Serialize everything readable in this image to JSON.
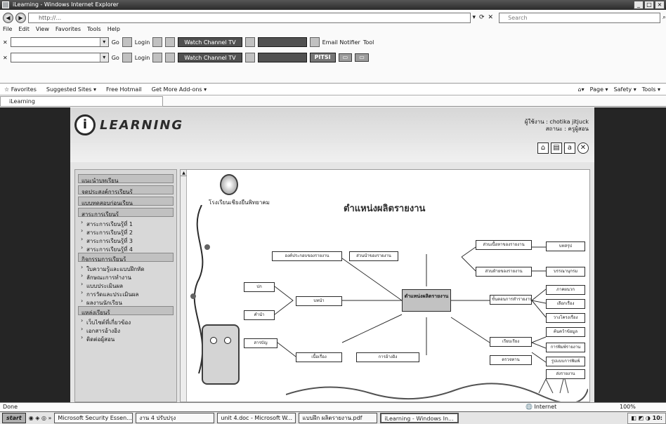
{
  "window": {
    "title": "iLearning - Windows Internet Explorer",
    "controls": [
      "_",
      "□",
      "×"
    ]
  },
  "address": {
    "url": "http://...",
    "search_placeholder": "Search"
  },
  "menu": [
    "File",
    "Edit",
    "View",
    "Favorites",
    "Tools",
    "Help"
  ],
  "toolbar1": {
    "go_label": "Go",
    "login_label": "Login",
    "channel_label": "Watch Channel TV",
    "email_label": "Email Notifier",
    "tool_label": "Tool"
  },
  "toolbar2": {
    "go_label": "Go",
    "login_label": "Login",
    "channel_label": "Watch Channel TV",
    "pitsi_label": "PITSI"
  },
  "favorites": {
    "favorites_label": "Favorites",
    "suggested_label": "Suggested Sites ▾",
    "hotmail_label": "Free Hotmail",
    "addons_label": "Get More Add-ons ▾",
    "page_label": "Page ▾",
    "safety_label": "Safety ▾",
    "tools_label": "Tools ▾"
  },
  "tab": {
    "label": "iLearning"
  },
  "site": {
    "logo_letter": "i",
    "logo_word": "LEARNING",
    "user_line1": "ผู้ใช้งาน : chotika jitjuck",
    "user_line2": "สถานะ : ครูผู้สอน",
    "school_name": "โรงเรียนเชียงยืนพิทยาคม",
    "mindmap_title": "ตำแหน่งผลิตรายงาน"
  },
  "sidebar": {
    "items": [
      {
        "type": "head",
        "label": "แนะนำบทเรียน"
      },
      {
        "type": "head",
        "label": "จุดประสงค์การเรียนรู้"
      },
      {
        "type": "head",
        "label": "แบบทดสอบก่อนเรียน"
      },
      {
        "type": "head",
        "label": "สาระการเรียนรู้"
      },
      {
        "type": "item",
        "label": "สาระการเรียนรู้ที่ 1"
      },
      {
        "type": "item",
        "label": "สาระการเรียนรู้ที่ 2"
      },
      {
        "type": "item",
        "label": "สาระการเรียนรู้ที่ 3"
      },
      {
        "type": "item",
        "label": "สาระการเรียนรู้ที่ 4"
      },
      {
        "type": "head",
        "label": "กิจกรรมการเรียนรู้"
      },
      {
        "type": "item",
        "label": "ใบความรู้และแบบฝึกหัด"
      },
      {
        "type": "item",
        "label": "ลักษณะการทำงาน"
      },
      {
        "type": "item",
        "label": "แบบประเมินผล"
      },
      {
        "type": "item",
        "label": "การวัดและประเมินผล"
      },
      {
        "type": "item",
        "label": "ผลงานนักเรียน"
      },
      {
        "type": "head",
        "label": "แหล่งเรียนรู้"
      },
      {
        "type": "item",
        "label": "เว็บไซต์ที่เกี่ยวข้อง"
      },
      {
        "type": "item",
        "label": "เอกสารอ้างอิง"
      },
      {
        "type": "item",
        "label": "ติดต่อผู้สอน"
      }
    ]
  },
  "mindmap": {
    "center": "ตำแหน่งผลิตรายงาน",
    "nodes": [
      "องค์ประกอบของรายงาน",
      "ส่วนนำของรายงาน",
      "ส่วนเนื้อหาของรายงาน",
      "ส่วนท้ายของรายงาน",
      "ปก",
      "คำนำ",
      "สารบัญ",
      "บทนำ",
      "เนื้อเรื่อง",
      "บทสรุป",
      "บรรณานุกรม",
      "ภาคผนวก",
      "ขั้นตอนการทำรายงาน",
      "เลือกเรื่อง",
      "วางโครงเรื่อง",
      "ค้นคว้าข้อมูล",
      "เรียบเรียง",
      "การพิมพ์รายงาน",
      "รูปแบบการพิมพ์",
      "ตรวจทาน",
      "ส่งรายงาน",
      "การอ้างอิง"
    ]
  },
  "status": {
    "left": "Done",
    "zone": "Internet",
    "zoom": "100%"
  },
  "taskbar": {
    "start": "start",
    "tasks": [
      "Microsoft Security Essen...",
      "งาน 4 ปรับปรุง",
      "unit 4.doc - Microsoft W...",
      "แบบฝึก ผลิตรายงาน.pdf",
      "iLearning - Windows In..."
    ],
    "clock": "10:"
  }
}
